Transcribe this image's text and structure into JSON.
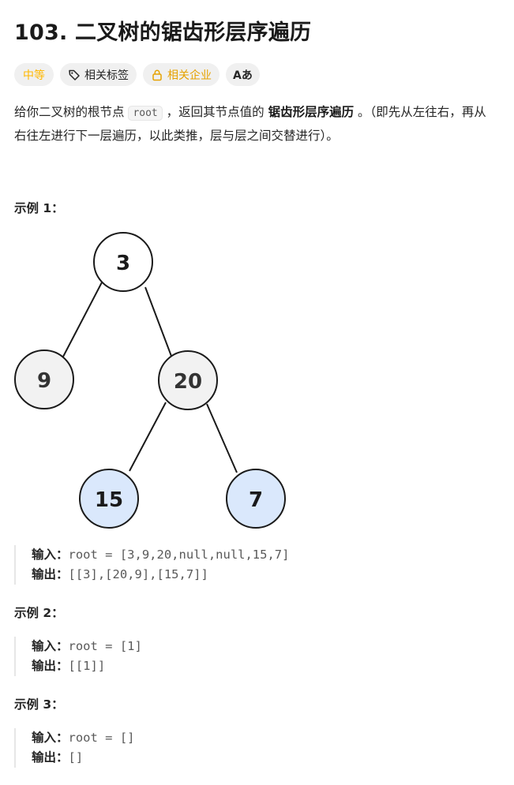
{
  "problem": {
    "title": "103. 二叉树的锯齿形层序遍历"
  },
  "tags": {
    "difficulty": "中等",
    "topics": "相关标签",
    "companies": "相关企业",
    "lang": "Aあ"
  },
  "description": {
    "part1": "给你二叉树的根节点 ",
    "code": "root",
    "part2": " ，返回其节点值的 ",
    "bold": "锯齿形层序遍历",
    "part3": " 。（即先从左往右，再从右往左进行下一层遍历，以此类推，层与层之间交替进行）。"
  },
  "examples": [
    {
      "title": "示例 1：",
      "input_label": "输入：",
      "input": "root = [3,9,20,null,null,15,7]",
      "output_label": "输出：",
      "output": "[[3],[20,9],[15,7]]"
    },
    {
      "title": "示例 2：",
      "input_label": "输入：",
      "input": "root = [1]",
      "output_label": "输出：",
      "output": "[[1]]"
    },
    {
      "title": "示例 3：",
      "input_label": "输入：",
      "input": "root = []",
      "output_label": "输出：",
      "output": "[]"
    }
  ],
  "tree": {
    "nodes": [
      {
        "label": "3",
        "fill": "#ffffff"
      },
      {
        "label": "9",
        "fill": "#f2f2f2"
      },
      {
        "label": "20",
        "fill": "#f2f2f2"
      },
      {
        "label": "15",
        "fill": "#dae8fc"
      },
      {
        "label": "7",
        "fill": "#dae8fc"
      }
    ]
  },
  "colors": {
    "difficulty_medium": "#ffb800",
    "node_blue": "#dae8fc",
    "node_gray": "#f2f2f2"
  }
}
